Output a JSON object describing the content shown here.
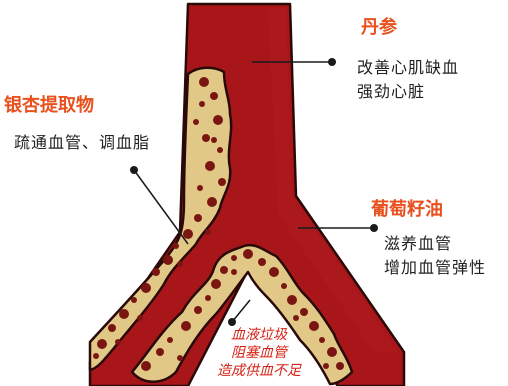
{
  "colors": {
    "vessel": "#a8161a",
    "vessel_highlight": "#b52025",
    "vessel_outline": "#2a0a08",
    "plaque": "#e2c887",
    "plaque_dot": "#7a1612",
    "accent_orange": "#e8501e",
    "text_dark": "#222222",
    "text_red": "#d62215"
  },
  "labels": {
    "ginkgo": {
      "title": "银杏提取物",
      "lines": [
        "疏通血管、调血脂"
      ]
    },
    "danshen": {
      "title": "丹参",
      "lines": [
        "改善心肌缺血",
        "强劲心脏"
      ]
    },
    "grape_seed": {
      "title": "葡萄籽油",
      "lines": [
        "滋养血管",
        "增加血管弹性"
      ]
    },
    "plaque_effect": {
      "lines": [
        "血液垃圾",
        "阻塞血管",
        "造成供血不足"
      ]
    }
  }
}
